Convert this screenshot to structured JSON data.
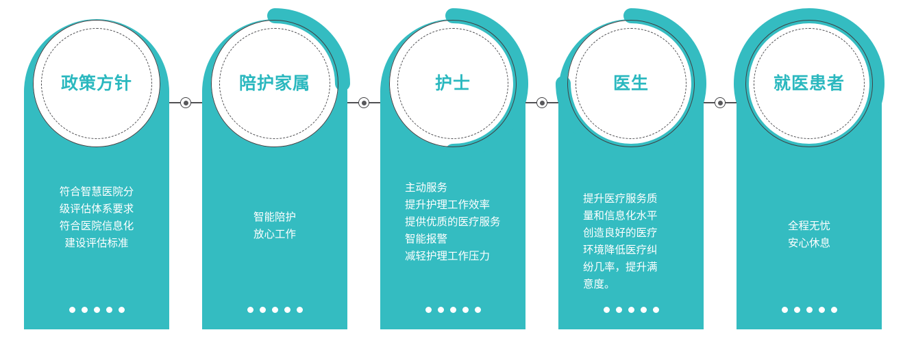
{
  "theme": {
    "teal": "#34bcc1",
    "teal_text": "#2bb8bf",
    "outline": "#3f3f42",
    "body_text": "#ffffff",
    "background": "#ffffff"
  },
  "diagram": {
    "type": "process-flow",
    "step_count": 5,
    "dots_per_card": 5,
    "connector_count": 4,
    "connector_icon": "ring-dot-node"
  },
  "cards": [
    {
      "id": "policy",
      "title": "政策方针",
      "progress_degrees": 0,
      "progress_label": "0",
      "text_align": "center",
      "lines": [
        "符合智慧医院分",
        "级评估体系要求",
        "符合医院信息化",
        "建设评估标准"
      ]
    },
    {
      "id": "family",
      "title": "陪护家属",
      "progress_degrees": 90,
      "progress_label": "90",
      "text_align": "center",
      "lines": [
        "智能陪护",
        "放心工作"
      ]
    },
    {
      "id": "nurse",
      "title": "护士",
      "progress_degrees": 180,
      "progress_label": "180",
      "text_align": "left",
      "lines": [
        "主动服务",
        "提升护理工作效率",
        "提供优质的医疗服务",
        "智能报警",
        "减轻护理工作压力"
      ]
    },
    {
      "id": "doctor",
      "title": "医生",
      "progress_degrees": 270,
      "progress_label": "270",
      "text_align": "left",
      "lines": [
        "提升医疗服务质",
        "量和信息化水平",
        "创造良好的医疗",
        "环境降低医疗纠",
        "纷几率，提升满",
        "意度。"
      ]
    },
    {
      "id": "patient",
      "title": "就医患者",
      "progress_degrees": 360,
      "progress_label": "360",
      "text_align": "center",
      "lines": [
        "全程无忧",
        "安心休息"
      ]
    }
  ]
}
